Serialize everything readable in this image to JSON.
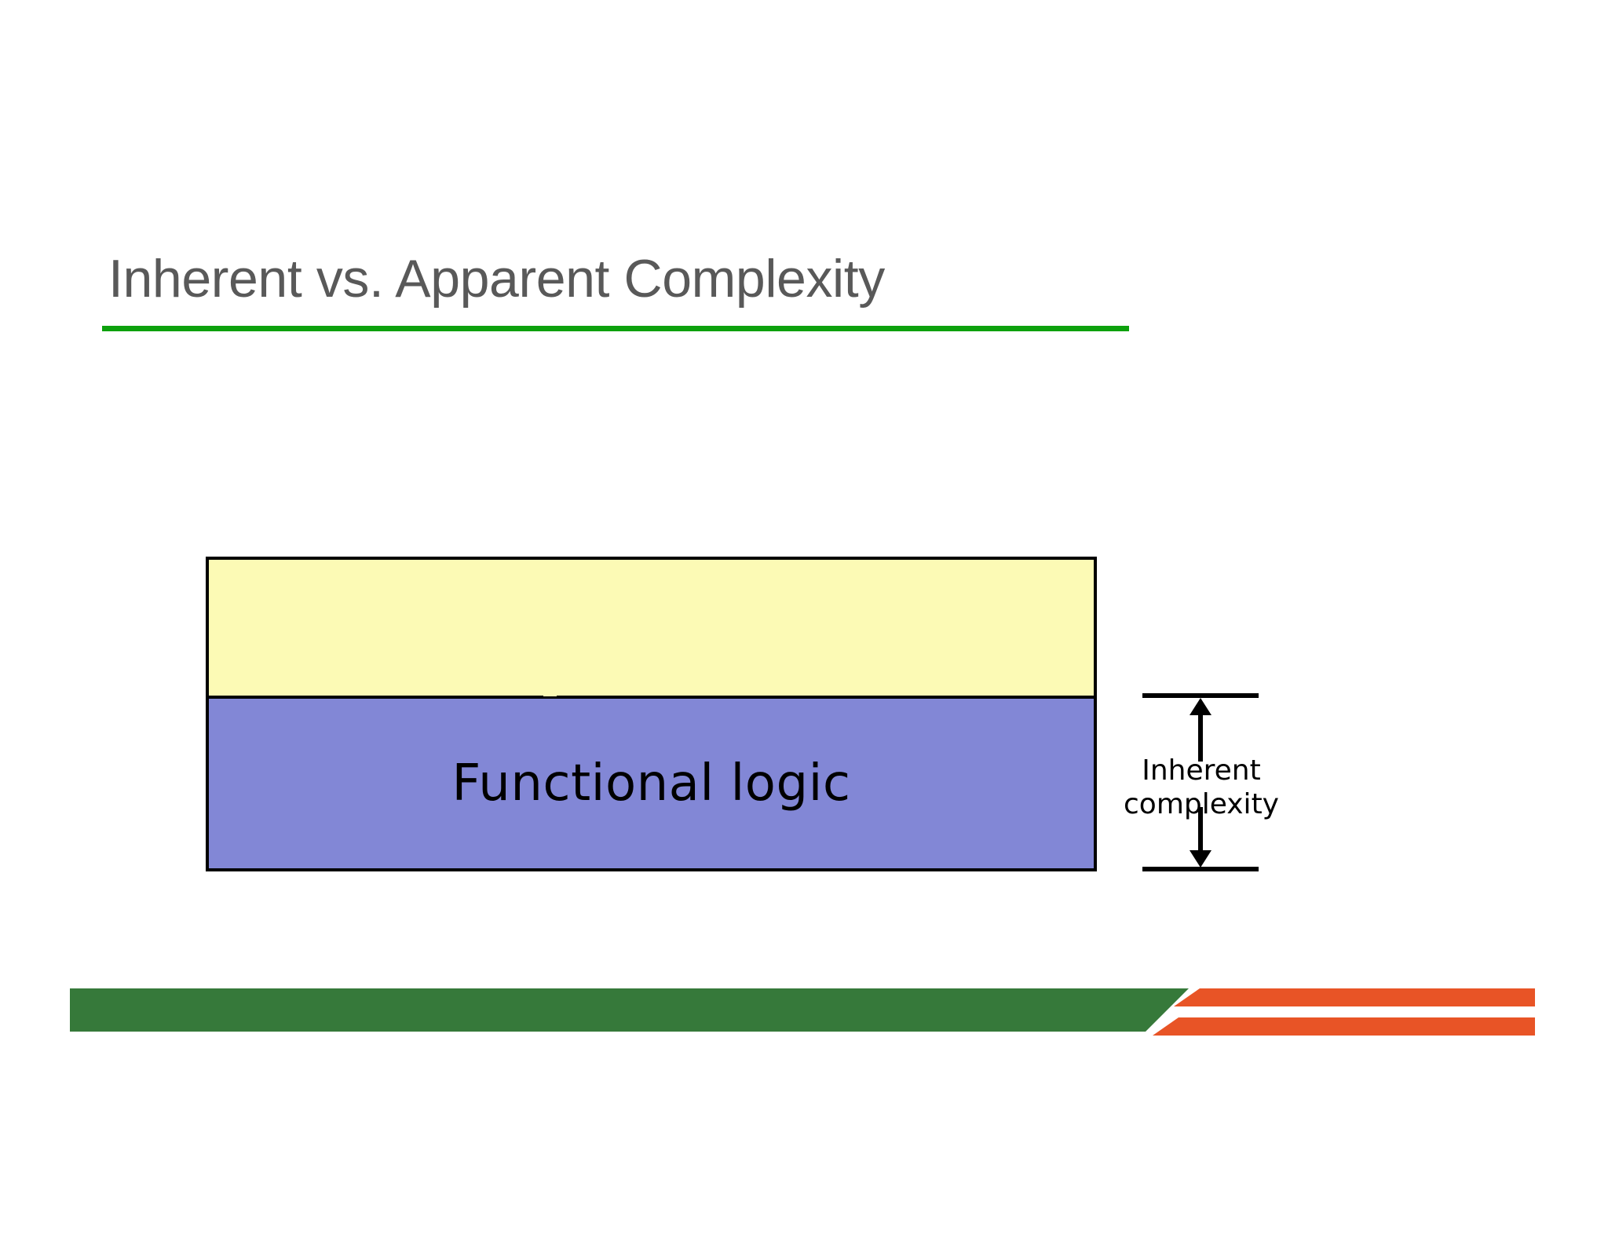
{
  "slide": {
    "title": "Inherent vs. Apparent Complexity",
    "accent_green": "#0DA10D",
    "title_color": "#595959",
    "background": "#ffffff"
  },
  "diagram": {
    "name": "stacked-complexity-bands",
    "bands": [
      {
        "id": "apparent",
        "label": "",
        "fill": "#FCFAB5",
        "border": "#000000"
      },
      {
        "id": "functional",
        "label": "Functional logic",
        "fill": "#8287D6",
        "border": "#000000"
      }
    ]
  },
  "annotation": {
    "name": "inherent-complexity-dimension",
    "label_line1": "Inherent",
    "label_line2": "complexity",
    "color": "#000000"
  },
  "footer": {
    "green": "#36793A",
    "orange": "#E85426"
  }
}
